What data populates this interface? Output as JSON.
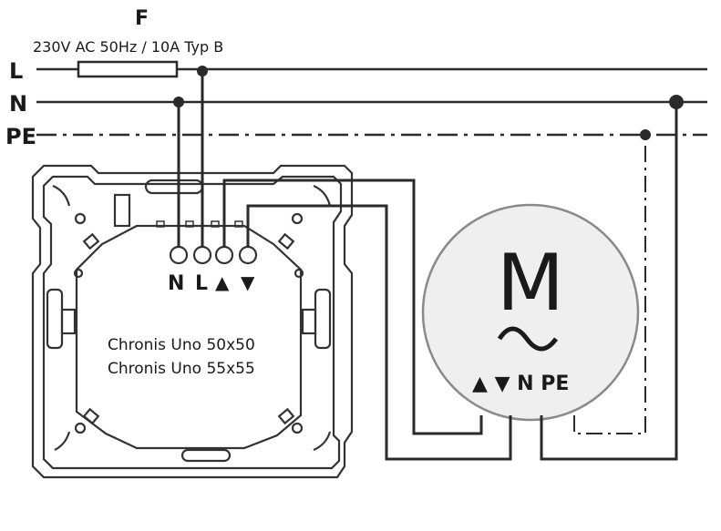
{
  "fuse": {
    "label": "F",
    "rating": "230V AC 50Hz / 10A Typ B"
  },
  "rails": {
    "l": "L",
    "n": "N",
    "pe": "PE"
  },
  "device": {
    "terminals": {
      "n": "N",
      "l": "L",
      "up": "▲",
      "down": "▼"
    },
    "model_line_1": "Chronis Uno 50x50",
    "model_line_2": "Chronis Uno 55x55"
  },
  "motor": {
    "symbol": "M",
    "ac_symbol": "~",
    "terminals": "▲ ▼ N PE"
  },
  "colors": {
    "line": "#2a2a2a",
    "motor_fill": "#efefef",
    "motor_stroke": "#8a8a8a"
  }
}
